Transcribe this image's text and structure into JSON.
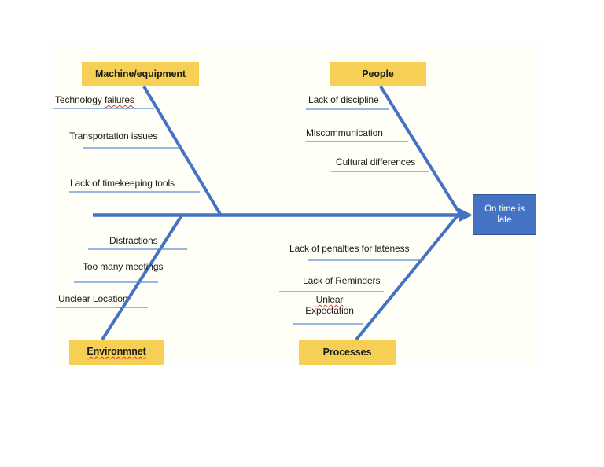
{
  "diagram": {
    "type": "fishbone-ishikawa",
    "colors": {
      "category_box_fill": "#f6d055",
      "effect_box_fill": "#4472c4",
      "effect_box_border": "#2f5597",
      "bone_line": "#4472c4",
      "sub_bone_line": "#5b8ad4",
      "canvas": "#fffff7",
      "spell_error_underline": "#e03a2f"
    },
    "effect": {
      "label": "On time is late",
      "line1": "On time is",
      "line2": "late"
    },
    "categories": [
      {
        "id": "machine",
        "label": "Machine/equipment",
        "position": "upper-left",
        "misspelled": false,
        "causes": [
          {
            "label": "Technology failures",
            "misspelled_word": "failures"
          },
          {
            "label": "Transportation issues",
            "misspelled_word": ""
          },
          {
            "label": "Lack of timekeeping tools",
            "misspelled_word": ""
          }
        ]
      },
      {
        "id": "people",
        "label": "People",
        "position": "upper-right",
        "misspelled": false,
        "causes": [
          {
            "label": "Lack of discipline",
            "misspelled_word": ""
          },
          {
            "label": "Miscommunication",
            "misspelled_word": ""
          },
          {
            "label": "Cultural differences",
            "misspelled_word": ""
          }
        ]
      },
      {
        "id": "environment",
        "label": "Environmnet",
        "position": "lower-left",
        "misspelled": true,
        "causes": [
          {
            "label": "Distractions",
            "misspelled_word": ""
          },
          {
            "label": "Too many meetings",
            "misspelled_word": ""
          },
          {
            "label": "Unclear Location",
            "misspelled_word": ""
          }
        ]
      },
      {
        "id": "processes",
        "label": "Processes",
        "position": "lower-right",
        "misspelled": false,
        "causes": [
          {
            "label": "Lack of penalties for lateness",
            "misspelled_word": ""
          },
          {
            "label": "Lack of Reminders",
            "misspelled_word": ""
          },
          {
            "label": "Unlear Expectation",
            "line1": "Unlear",
            "line2": "Expectation",
            "misspelled_word": "Unlear"
          }
        ]
      }
    ]
  }
}
